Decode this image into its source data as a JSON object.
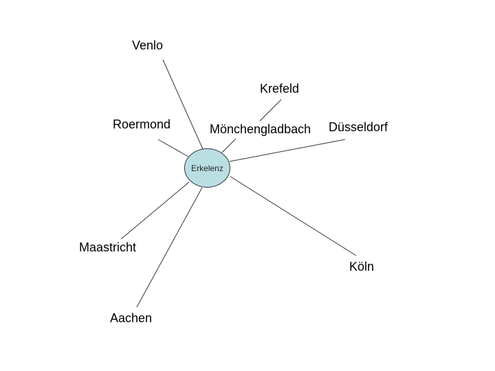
{
  "center": {
    "label": "Erkelenz",
    "fill": "#b9dfe2"
  },
  "cities": [
    {
      "id": "venlo",
      "label": "Venlo"
    },
    {
      "id": "krefeld",
      "label": "Krefeld"
    },
    {
      "id": "roermond",
      "label": "Roermond"
    },
    {
      "id": "moenchengladbach",
      "label": "Mönchengladbach"
    },
    {
      "id": "duesseldorf",
      "label": "Düsseldorf"
    },
    {
      "id": "maastricht",
      "label": "Maastricht"
    },
    {
      "id": "koeln",
      "label": "Köln"
    },
    {
      "id": "aachen",
      "label": "Aachen"
    }
  ]
}
